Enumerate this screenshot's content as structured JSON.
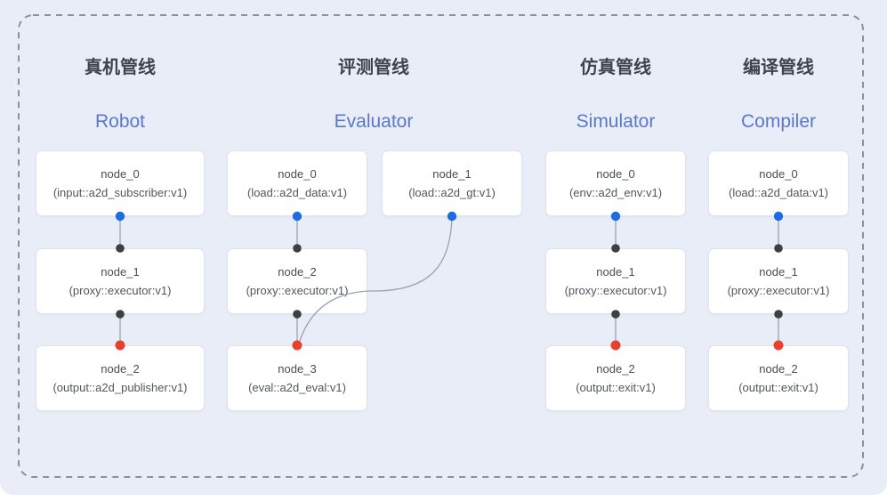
{
  "pipelines": [
    {
      "title_zh": "真机管线",
      "title_en": "Robot",
      "nodes": [
        {
          "name": "node_0",
          "impl": "(input::a2d_subscriber:v1)"
        },
        {
          "name": "node_1",
          "impl": "(proxy::executor:v1)"
        },
        {
          "name": "node_2",
          "impl": "(output::a2d_publisher:v1)"
        }
      ]
    },
    {
      "title_zh": "评测管线",
      "title_en": "Evaluator",
      "nodes": [
        {
          "name": "node_0",
          "impl": "(load::a2d_data:v1)"
        },
        {
          "name": "node_1",
          "impl": "(load::a2d_gt:v1)"
        },
        {
          "name": "node_2",
          "impl": "(proxy::executor:v1)"
        },
        {
          "name": "node_3",
          "impl": "(eval::a2d_eval:v1)"
        }
      ]
    },
    {
      "title_zh": "仿真管线",
      "title_en": "Simulator",
      "nodes": [
        {
          "name": "node_0",
          "impl": "(env::a2d_env:v1)"
        },
        {
          "name": "node_1",
          "impl": "(proxy::executor:v1)"
        },
        {
          "name": "node_2",
          "impl": "(output::exit:v1)"
        }
      ]
    },
    {
      "title_zh": "编译管线",
      "title_en": "Compiler",
      "nodes": [
        {
          "name": "node_0",
          "impl": "(load::a2d_data:v1)"
        },
        {
          "name": "node_1",
          "impl": "(proxy::executor:v1)"
        },
        {
          "name": "node_2",
          "impl": "(output::exit:v1)"
        }
      ]
    }
  ],
  "colors": {
    "panel_background": "#e9edf8",
    "node_fill": "#ffffff",
    "node_border": "#dfe3ea",
    "title_zh_text": "#3e434c",
    "title_en_text": "#5b78c8",
    "node_text": "#494d54",
    "port_output_blue": "#1f6ce0",
    "port_mid_black": "#3d4043",
    "port_input_red": "#e7402c",
    "edge_stroke": "#9aa3b2",
    "dashed_border": "#8b919c"
  }
}
